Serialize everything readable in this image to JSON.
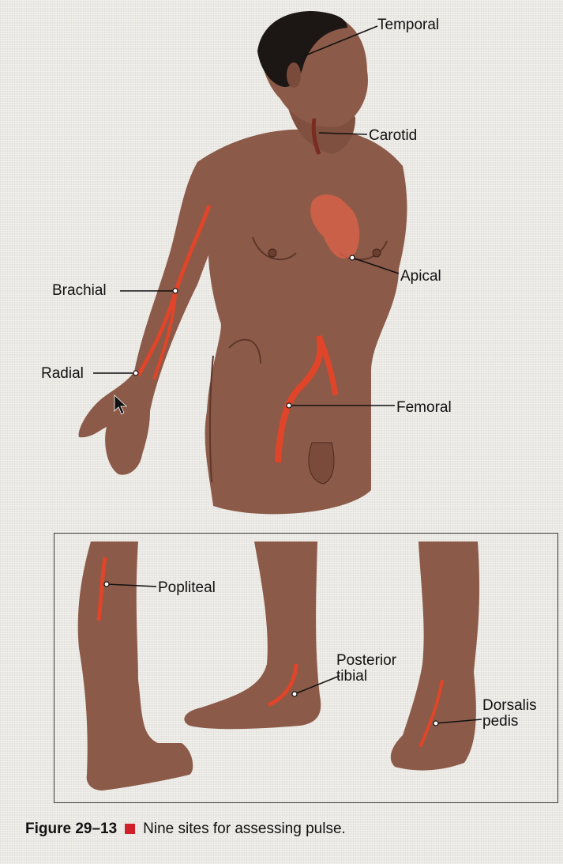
{
  "labels": {
    "temporal": "Temporal",
    "carotid": "Carotid",
    "apical": "Apical",
    "brachial": "Brachial",
    "radial": "Radial",
    "femoral": "Femoral",
    "popliteal": "Popliteal",
    "posterior_tibial": "Posterior tibial",
    "dorsalis_pedis": "Dorsalis pedis"
  },
  "caption": {
    "figure_number": "Figure 29–13",
    "text": "Nine sites for assessing pulse."
  },
  "colors": {
    "skin": "#8c5a48",
    "skin_shadow": "#6e4235",
    "artery": "#e0452a",
    "hair": "#1c1614",
    "label_line": "#111111",
    "caption_marker": "#d0202a"
  }
}
